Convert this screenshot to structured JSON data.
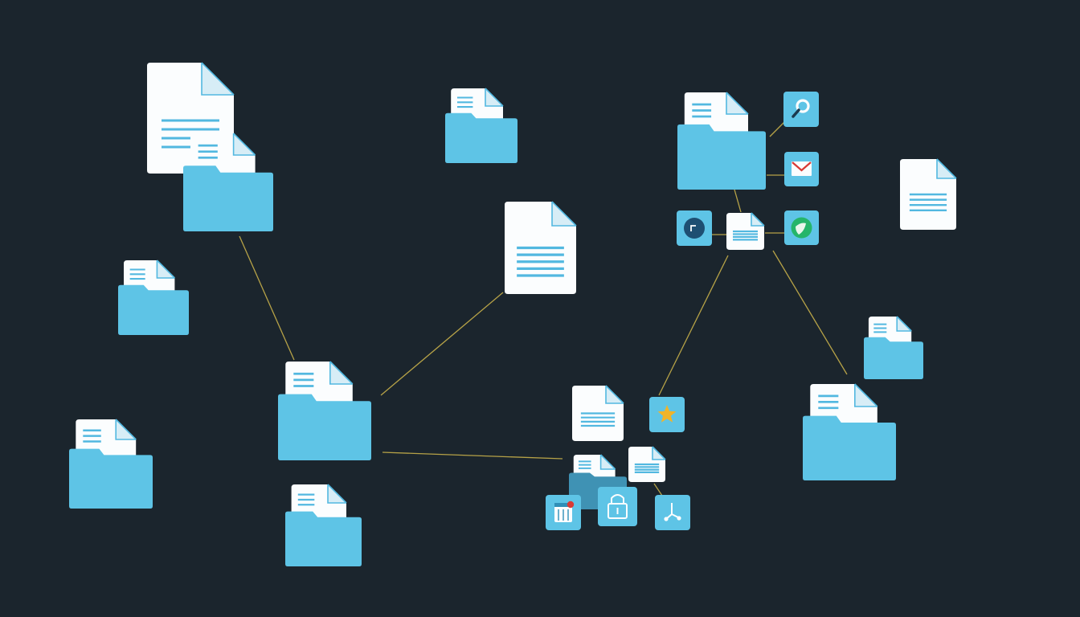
{
  "colors": {
    "background": "#1b252d",
    "folder": "#5ec4e6",
    "folder_dark": "#3f92b4",
    "paper": "#fbfdfe",
    "paper_fold": "#d7edf6",
    "doc_lines": "#52b8e0",
    "connector": "#c8b04a",
    "tile": "#5ec4e6",
    "mail_red": "#d83a35",
    "star_gold": "#f0b429",
    "badge_green": "#25b56a",
    "badge_navy": "#1e4f72",
    "badge_red": "#d83a35"
  },
  "nodes": [
    {
      "id": "big-stack",
      "kind": "doc-folder",
      "icon": "document-folder-stack-icon"
    },
    {
      "id": "folder-top-center",
      "kind": "folder",
      "icon": "folder-icon"
    },
    {
      "id": "folder-left-mid",
      "kind": "folder",
      "icon": "folder-icon"
    },
    {
      "id": "document-center",
      "kind": "document",
      "icon": "document-icon"
    },
    {
      "id": "folder-hub-center",
      "kind": "folder",
      "icon": "folder-icon"
    },
    {
      "id": "folder-bottom-left",
      "kind": "folder",
      "icon": "folder-icon"
    },
    {
      "id": "folder-bottom-center",
      "kind": "folder",
      "icon": "folder-icon"
    },
    {
      "id": "folder-top-right",
      "kind": "folder",
      "icon": "folder-icon"
    },
    {
      "id": "document-right",
      "kind": "document",
      "icon": "document-icon"
    },
    {
      "id": "document-hub-right",
      "kind": "document",
      "icon": "document-icon"
    },
    {
      "id": "folder-small-right",
      "kind": "folder",
      "icon": "folder-icon"
    },
    {
      "id": "folder-large-right",
      "kind": "folder",
      "icon": "folder-icon"
    },
    {
      "id": "document-cluster-bottom",
      "kind": "document",
      "icon": "document-icon"
    },
    {
      "id": "document-cluster-small",
      "kind": "document",
      "icon": "document-icon"
    },
    {
      "id": "folder-cluster-small",
      "kind": "folder",
      "icon": "folder-icon"
    }
  ],
  "app_tiles": [
    {
      "id": "search-tile",
      "icon": "search-icon"
    },
    {
      "id": "mail-tile",
      "icon": "mail-icon"
    },
    {
      "id": "clock-tile",
      "icon": "clock-icon"
    },
    {
      "id": "leaf-tile",
      "icon": "leaf-icon"
    },
    {
      "id": "star-tile",
      "icon": "star-icon"
    },
    {
      "id": "calendar-tile",
      "icon": "calendar-icon"
    },
    {
      "id": "lock-tile",
      "icon": "lock-icon"
    },
    {
      "id": "share-tile",
      "icon": "share-icon"
    }
  ]
}
